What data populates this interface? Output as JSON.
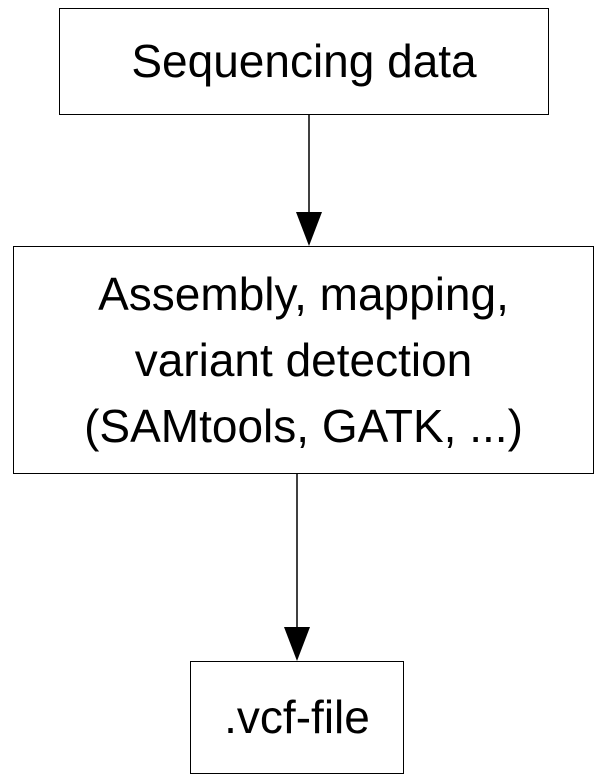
{
  "diagram": {
    "nodes": [
      {
        "id": "sequencing",
        "label": "Sequencing data"
      },
      {
        "id": "processing",
        "label": "Assembly, mapping,\nvariant detection\n(SAMtools, GATK, ...)"
      },
      {
        "id": "output",
        "label": ".vcf-file"
      }
    ],
    "edges": [
      {
        "from": "sequencing",
        "to": "processing"
      },
      {
        "from": "processing",
        "to": "output"
      }
    ]
  }
}
